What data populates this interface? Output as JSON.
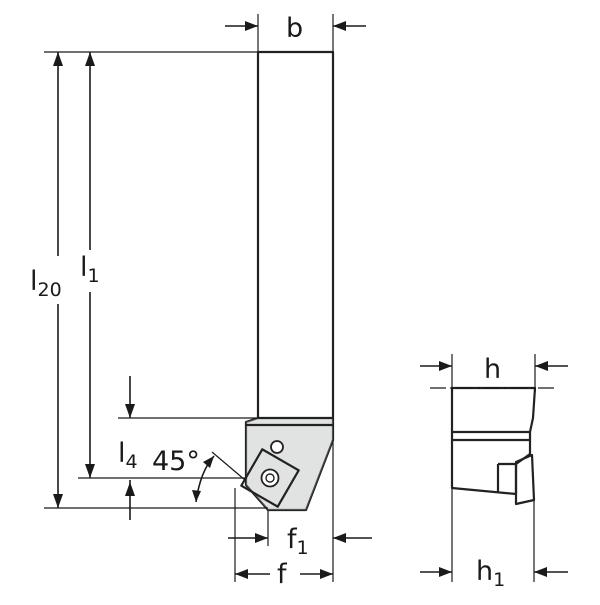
{
  "labels": {
    "b": "b",
    "h": "h",
    "h1": {
      "main": "h",
      "sub": "1"
    },
    "l20": {
      "main": "l",
      "sub": "20"
    },
    "l1": {
      "main": "l",
      "sub": "1"
    },
    "l4": {
      "main": "l",
      "sub": "4"
    },
    "angle": "45°",
    "f": "f",
    "f1": {
      "main": "f",
      "sub": "1"
    }
  },
  "colors": {
    "body": "#c9cbcd",
    "body_dark": "#a9abad",
    "insert": "#f0c230",
    "insert_dark": "#d9a514",
    "outline": "#222222",
    "dimension": "#1a1a1a"
  }
}
